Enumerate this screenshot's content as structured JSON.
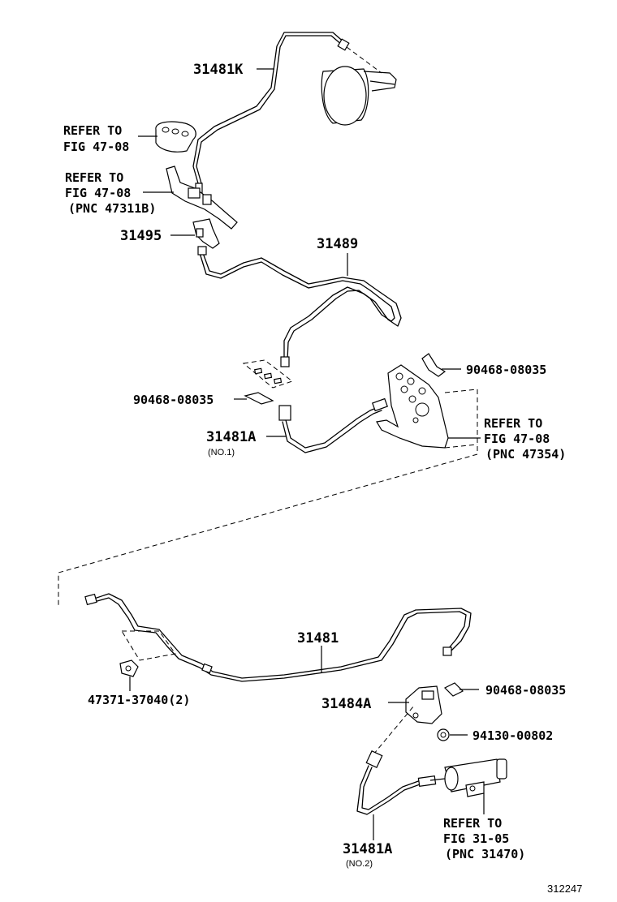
{
  "labels": {
    "p31481K": "31481K",
    "refer1_l1": "REFER TO",
    "refer1_l2": "FIG 47-08",
    "refer2_l1": "REFER TO",
    "refer2_l2": "FIG 47-08",
    "refer2_l3": "(PNC 47311B)",
    "p31495": "31495",
    "p31489": "31489",
    "p90468_a": "90468-08035",
    "p90468_b": "90468-08035",
    "p31481A_1": "31481A",
    "p31481A_1_note": "(NO.1)",
    "refer3_l1": "REFER TO",
    "refer3_l2": "FIG 47-08",
    "refer3_l3": "(PNC 47354)",
    "p31481": "31481",
    "p47371": "47371-37040(2)",
    "p31484A": "31484A",
    "p90468_c": "90468-08035",
    "p94130": "94130-00802",
    "refer4_l1": "REFER TO",
    "refer4_l2": "FIG 31-05",
    "refer4_l3": "(PNC 31470)",
    "p31481A_2": "31481A",
    "p31481A_2_note": "(NO.2)",
    "diagram_id": "312247"
  }
}
